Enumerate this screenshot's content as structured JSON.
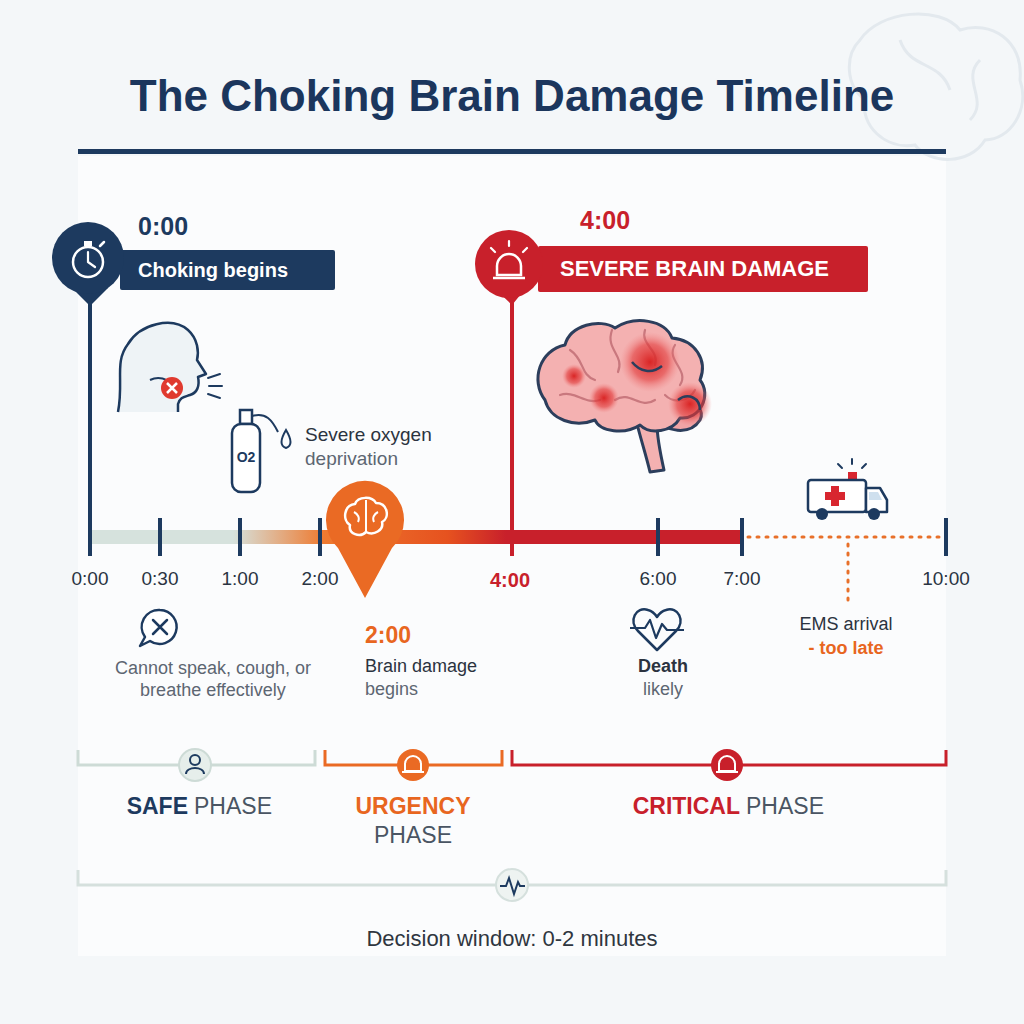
{
  "diagram": {
    "title": "The Choking Brain Damage Timeline",
    "nodes": [
      {
        "text": [
          "0:00",
          "Choking begins"
        ]
      },
      {
        "text": [
          "4:00",
          "SEVERE BRAIN DAMAGE"
        ]
      }
    ],
    "labels": [
      "Severe oxygen",
      "deprivation",
      "O2",
      "0:00",
      "0:30",
      "1:00",
      "2:00",
      "4:00",
      "6:00",
      "7:00",
      "10:00",
      "Cannot speak, cough, or breathe effectively",
      "2:00",
      "Brain damage",
      "begins",
      "Death",
      "likely",
      "EMS arrival",
      "- too late",
      "SAFE",
      "PHASE",
      "URGENCY",
      "PHASE",
      "CRITICAL",
      "PHASE",
      "Decision window: 0-2 minutes"
    ]
  }
}
